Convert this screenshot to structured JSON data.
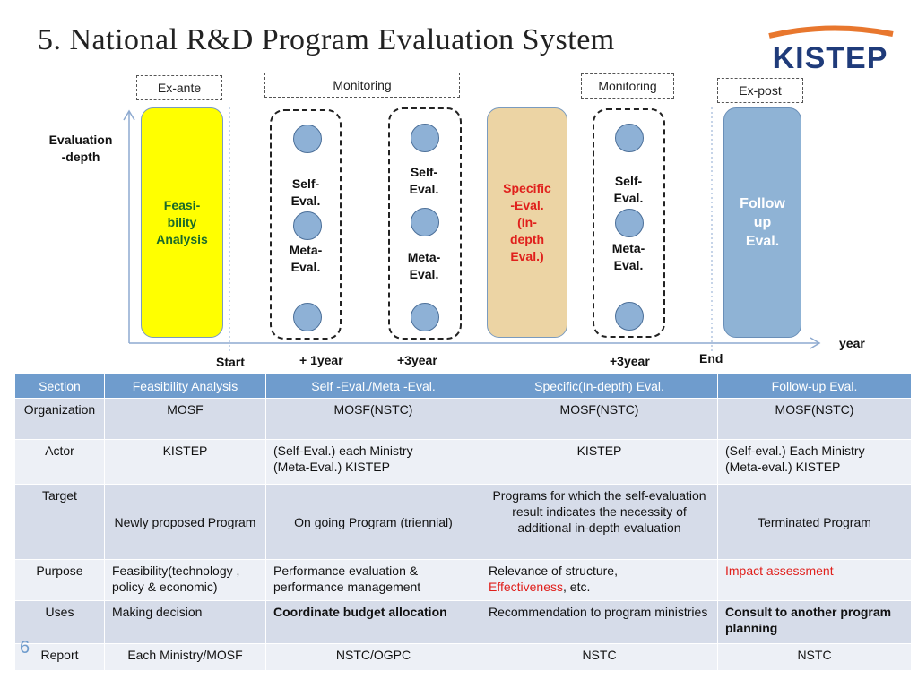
{
  "slide": {
    "title": "5. National R&D Program Evaluation System",
    "logo_text": "KISTEP",
    "page_number": "6"
  },
  "diagram": {
    "y_axis_label_1": "Evaluation",
    "y_axis_label_2": "-depth",
    "x_axis_label": "year",
    "phases": {
      "ex_ante": "Ex-ante",
      "monitoring_1": "Monitoring",
      "monitoring_2": "Monitoring",
      "ex_post": "Ex-post"
    },
    "feasibility": [
      "Feasi-",
      "bility",
      "Analysis"
    ],
    "specific": [
      "Specific",
      "-Eval.",
      "(In-",
      "depth",
      "Eval.)"
    ],
    "follow_up": [
      "Follow",
      "up",
      "Eval."
    ],
    "self_eval": [
      "Self-",
      "Eval."
    ],
    "meta_eval": [
      "Meta-",
      "Eval."
    ],
    "ticks": {
      "start": "Start",
      "plus_1year": "+ 1year",
      "plus_3year_a": "+3year",
      "plus_3year_b": "+3year",
      "end": "End"
    }
  },
  "table": {
    "headers": [
      "Section",
      "Feasibility Analysis",
      "Self -Eval./Meta -Eval.",
      "Specific(In-depth)  Eval.",
      "Follow-up Eval."
    ],
    "rows": [
      {
        "section": "Organization",
        "cells": [
          "MOSF",
          "MOSF(NSTC)",
          "MOSF(NSTC)",
          "MOSF(NSTC)"
        ]
      },
      {
        "section": "Actor",
        "cells": [
          "KISTEP",
          "(Self-Eval.) each Ministry\n(Meta-Eval.) KISTEP",
          "KISTEP",
          "(Self-eval.) Each Ministry\n(Meta-eval.) KISTEP"
        ]
      },
      {
        "section": "Target",
        "cells": [
          "Newly  proposed Program",
          "On going  Program (triennial)",
          "Programs for which the self-evaluation result indicates the necessity of additional in-depth evaluation",
          "Terminated Program"
        ]
      },
      {
        "section": "Purpose",
        "cells": [
          "Feasibility(technology , policy & economic)",
          "Performance evaluation & performance management",
          "Relevance of structure,",
          "Impact assessment"
        ],
        "purpose_specific_red": "Effectiveness",
        "purpose_specific_tail": ", etc."
      },
      {
        "section": "Uses",
        "cells": [
          "Making decision",
          "Coordinate budget allocation",
          "Recommendation to program ministries",
          "Consult to another program planning"
        ]
      },
      {
        "section": "Report",
        "cells": [
          "Each Ministry/MOSF",
          "NSTC/OGPC",
          "NSTC",
          "NSTC"
        ]
      }
    ]
  },
  "colors": {
    "yellow_pillar": "#ffff00",
    "tan_pillar": "#ecd4a4",
    "blue_pillar": "#8fb3d5",
    "header_blue": "#6f9ccd",
    "accent_red": "#e0201c"
  }
}
